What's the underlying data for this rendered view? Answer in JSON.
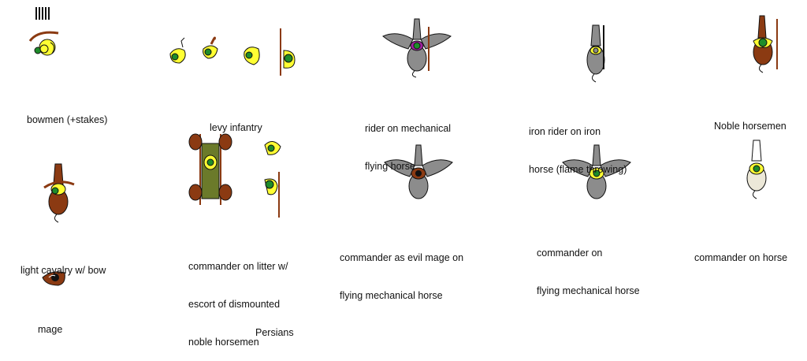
{
  "units": {
    "bowmen": [
      "bowmen (+stakes)"
    ],
    "levy": [
      "levy infantry"
    ],
    "rider_mech": [
      "rider on mechanical",
      "flying horse"
    ],
    "iron_rider": [
      "iron rider on iron",
      "horse (flame throwing)"
    ],
    "noble": [
      "Noble horsemen"
    ],
    "light_cav": [
      "light cavalry w/ bow"
    ],
    "litter": [
      "commander on litter w/",
      "escort of dismounted",
      "noble horsemen"
    ],
    "evil_mage": [
      "commander as evil mage on",
      "flying mechanical horse"
    ],
    "cmd_flying": [
      "commander on",
      "flying mechanical horse"
    ],
    "cmd_horse": [
      "commander on horse"
    ],
    "mage": [
      "mage"
    ]
  },
  "faction": "Persians",
  "icons": [
    "stakes-icon",
    "bowman-icon",
    "levy-infantry-icon",
    "flying-horse-icon",
    "iron-horse-icon",
    "noble-horseman-icon",
    "light-cavalry-icon",
    "litter-icon",
    "evil-mage-icon",
    "commander-flying-icon",
    "commander-horse-icon",
    "mage-icon"
  ],
  "colors": {
    "yellow": "#ffff33",
    "green": "#1e8c2a",
    "brown": "#8b3a12",
    "grey": "#8c8c8c",
    "purple": "#a0209f",
    "khaki": "#6b7a2a"
  }
}
